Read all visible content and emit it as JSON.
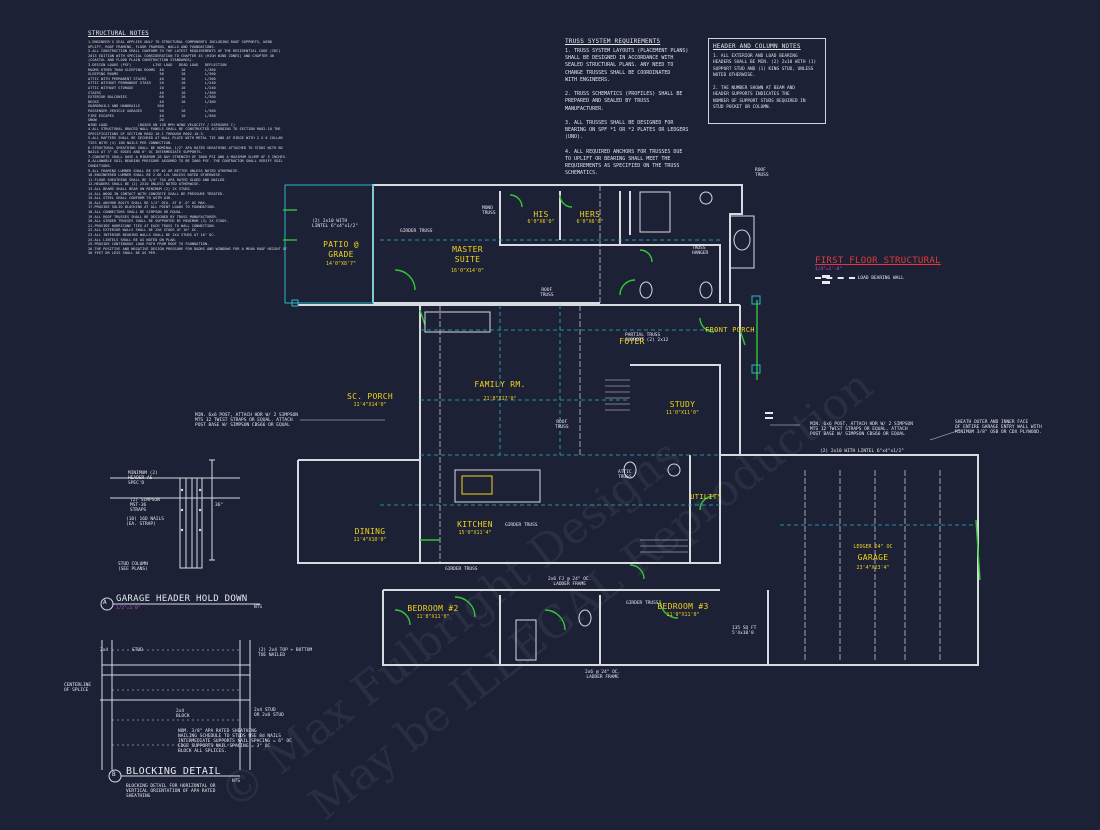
{
  "structural_notes": {
    "title": "STRUCTURAL NOTES",
    "body": "1.ENGINEER'S SEAL APPLIES ONLY TO STRUCTURAL COMPONENTS INCLUDING ROOF SUPPORTS, WIND UPLIFT, ROOF FRAMING, FLOOR FRAMING, WALLS AND FOUNDATIONS.\n2.ALL CONSTRUCTION SHALL CONFORM TO THE LATEST REQUIREMENTS OF THE RESIDENTIAL CODE (IRC) 2015 EDITION WITH SPECIAL CONSIDERATION TO CHAPTER 45 (HIGH WIND ZONES) AND CHAPTER 46 (COASTAL AND FLOOD PLAIN CONSTRUCTION STANDARDS).\n3.DESIGN LOADS (PSF)          LIVE LOAD   DEAD LOAD   DEFLECTION\nROOMS OTHER THAN SLEEPING ROOMS  40        10         L/360\nSLEEPING ROOMS                   30        10         L/360\nATTIC WITH PERMANENT STAIRS      40        10         L/360\nATTIC WITHOUT PERMANENT STAIR    20        10         L/240\nATTIC WITHOUT STORAGE            10        10         L/240\nSTAIRS                           40        10         L/360\nEXTERIOR BALCONIES               60        10         L/360\nDECKS                            40        10         L/360\nGUARDRAILS AND HANDRAILS        200        -          -\nPASSENGER VEHICLE GARAGES        50        10         L/360\nFIRE ESCAPES                     40        10         L/360\nSNOW                             20        -          -\nWIND LOAD              (BASED ON 130 MPH WIND VELOCITY / EXPOSURE C)\n4.ALL STRUCTURAL BRACED WALL PANELS SHALL BE CONSTRUCTED ACCORDING TO SECTION R602.10 THE SPECIFICATIONS OF SECTION R602.10.1 THROUGH R602.10.3.\n5.ALL RAFTERS SHALL BE SECURED AT WALL PLATE WITH METAL TIE AND AT RIDGE WITH 2 X 6 COLLAR TIES WITH (4) 16D NAILS PER CONNECTION.\n6.STRUCTURAL SHEATHING SHALL BE NOMINAL 1/2\" APA RATED SHEATHING ATTACHED TO STUDS WITH 8D NAILS AT 3\" OC EDGES AND 6\" OC INTERMEDIATE SUPPORTS.\n7.CONCRETE SHALL HAVE A MINIMUM 28 DAY STRENGTH OF 3000 PSI AND A MAXIMUM SLUMP OF 5 INCHES.\n8.ALLOWABLE SOIL BEARING PRESSURE ASSUMED TO BE 2000 PSF. THE CONTRACTOR SHALL VERIFY SOIL CONDITIONS.\n9.ALL FRAMING LUMBER SHALL BE SYP #2 OR BETTER UNLESS NOTED OTHERWISE.\n10.ENGINEERED LUMBER SHALL BE 2.0E LVL UNLESS NOTED OTHERWISE.\n11.FLOOR SHEATHING SHALL BE 3/4\" T&G APA RATED GLUED AND NAILED.\n12.HEADERS SHALL BE (2) 2X10 UNLESS NOTED OTHERWISE.\n13.ALL BEAMS SHALL BEAR ON MINIMUM (2) 2X STUDS.\n14.ALL WOOD IN CONTACT WITH CONCRETE SHALL BE PRESSURE TREATED.\n15.ALL STEEL SHALL CONFORM TO ASTM A36.\n16.ALL ANCHOR BOLTS SHALL BE 1/2\" DIA. AT 6'-0\" OC MAX.\n17.PROVIDE SOLID BLOCKING AT ALL POINT LOADS TO FOUNDATION.\n18.ALL CONNECTORS SHALL BE SIMPSON OR EQUAL.\n19.ALL ROOF TRUSSES SHALL BE DESIGNED BY TRUSS MANUFACTURER.\n20.ALL GIRDER TRUSSES SHALL BE SUPPORTED BY MINIMUM (3) 2X STUDS.\n21.PROVIDE HURRICANE TIES AT EACH TRUSS TO WALL CONNECTION.\n22.ALL EXTERIOR WALLS SHALL BE 2X6 STUDS AT 16\" OC.\n23.ALL INTERIOR BEARING WALLS SHALL BE 2X4 STUDS AT 16\" OC.\n24.ALL LINTELS SHALL BE AS NOTED ON PLAN.\n25.PROVIDE CONTINUOUS LOAD PATH FROM ROOF TO FOUNDATION.\n26.THE POSITIVE AND NEGATIVE DESIGN PRESSURE FOR DOORS AND WINDOWS FOR A MEAN ROOF HEIGHT OF 30 FEET OR LESS SHALL BE AS PER."
  },
  "truss_notes": {
    "title": "TRUSS SYSTEM REQUIREMENTS",
    "body": "1. TRUSS SYSTEM LAYOUTS (PLACEMENT PLANS)\nSHALL BE DESIGNED IN ACCORDANCE WITH\nSEALED STRUCTURAL PLANS. ANY NEED TO\nCHANGE TRUSSES SHALL BE COORDINATED\nWITH ENGINEERS.\n\n2. TRUSS SCHEMATICS (PROFILES) SHALL BE\nPREPARED AND SEALED BY TRUSS\nMANUFACTURER.\n\n3. ALL TRUSSES SHALL BE DESIGNED FOR\nBEARING ON SPF *1 OR *2 PLATES OR LEDGERS\n(UNO).\n\n4. ALL REQUIRED ANCHORS FOR TRUSSES DUE\nTO UPLIFT OR BEARING SHALL MEET THE\nREQUIREMENTS AS SPECIFIED ON THE TRUSS\nSCHEMATICS."
  },
  "header_notes": {
    "title": "HEADER AND COLUMN NOTES",
    "body": "1. ALL EXTERIOR AND LOAD BEARING\nHEADERS SHALL BE MIN. (2) 2x10 WITH (1)\nSUPPORT STUD AND (1) KING STUD, UNLESS\nNOTED OTHERWISE.\n\n2. THE NUMBER SHOWN AT BEAM AND\nHEADER SUPPORTS INDICATES THE\nNUMBER OF SUPPORT STUDS REQUIRED IN\nSTUD POCKET OR COLUMN."
  },
  "plan_title": {
    "title": "FIRST FLOOR STRUCTURAL",
    "scale": "1/4\"=1'-0\"",
    "legend": "LOAD BEARING WALL"
  },
  "rooms": {
    "master_suite": "MASTER\nSUITE",
    "master_dim": "16'0\"X14'0\"",
    "his": "HIS",
    "his_dim": "6'0\"X6'0\"",
    "hers": "HERS",
    "hers_dim": "6'0\"X6'0\"",
    "patio": "PATIO @\nGRADE",
    "patio_dim": "14'0\"X8'7\"",
    "sc_porch": "SC. PORCH",
    "sc_porch_dim": "11'4\"X14'0\"",
    "family_rm": "FAMILY RM.",
    "family_dim": "21'8\"X17'0\"",
    "foyer": "FOYER",
    "study": "STUDY",
    "study_dim": "11'0\"X11'0\"",
    "front_porch": "FRONT PORCH",
    "dining": "DINING",
    "dining_dim": "11'4\"X10'0\"",
    "kitchen": "KITCHEN",
    "kitchen_dim": "15'0\"X11'4\"",
    "utility": "UTILITY",
    "bedroom2": "BEDROOM #2",
    "bedroom2_dim": "11'8\"X11'0\"",
    "bedroom3": "BEDROOM #3",
    "bedroom3_dim": "11'0\"X11'0\"",
    "garage": "GARAGE",
    "garage_dim": "23'4\"X23'4\"",
    "garage_note": "LEDGER 24\" OC"
  },
  "plan_notes": {
    "roof_truss": "ROOF\nTRUSS",
    "girder_truss": "GIRDER TRUSS",
    "mono_truss": "MONO\nTRUSS",
    "truss_hanger": "TRUSS\nHANGER",
    "partial_truss": "PARTIAL TRUSS\nSUPPORT (2) 2x12",
    "attic_truss": "ATTIC\nTRUSS",
    "lintel_patio": "(2) 2x10 WITH\nLINTEL 6\"x4\"x1/2\"",
    "post_left": "MIN. 6x6 POST, ATTACH HDR W/ 2 SIMPSON\nMTS 12 TWIST STRAPS OR EQUAL. ATTACH\nPOST BASE W/ SIMPSON CBS66 OR EQUAL",
    "post_right": "MIN. 6x6 POST, ATTACH HDR W/ 2 SIMPSON\nMTS 12 TWIST STRAPS OR EQUAL. ATTACH\nPOST BASE W/ SIMPSON CBS66 OR EQUAL",
    "sheath": "SHEATH OUTER AND INNER FACE\nOF ENTIRE GARAGE ENTRY WALL WITH\nMINIMUM 3/8\" OSB OR CDX PLYWOOD.",
    "garage_lintel": "(2) 2x10 WITH LINTEL 6\"x4\"x1/2\"",
    "ladder1": "2x6 FJ @ 24\" OC.\nLADDER FRAME",
    "ladder2": "2x6 @ 24\" OC.\nLADDER FRAME",
    "sq_ft": "135 SQ FT\n5'4x10'0"
  },
  "garage_detail": {
    "title": "GARAGE HEADER HOLD DOWN",
    "number": "A",
    "scale": "1/2\"=1'0\"",
    "nts": "NTS",
    "note1": "MINIMUM (2)\nHEADER AS\nSPEC'D",
    "note2": "(2) SIMPSON\nMST-36\nSTRAPS",
    "note3": "(10) 16D NAILS\n(EA. STRAP)",
    "note4": "STUD COLUMN\n(SEE PLANS)",
    "dim": "36\""
  },
  "blocking_detail": {
    "title": "BLOCKING DETAIL",
    "number": "B",
    "nts": "NTS",
    "subtitle": "BLOCKING DETAIL FOR HORIZONTAL OR\nVERTICAL ORIENTATION OF APA RATED\nSHEATHING",
    "note1": "(2) 2x4 TOP + BOTTOM\nTOE NAILED",
    "note2": "2x4 STUD\nOR 2x6 STUD",
    "note3": "NOM. 3/8\" APA RATED SHEATHING\nNAILING SCHEDULE TO STUDS USE 8d NAILS\nINTERMEDIATE SUPPORTS NAIL SPACING = 6\" OC\nEDGE SUPPORTS NAIL SPACING = 3\" OC\nBLOCK ALL SPLICES.",
    "stud": "STUD",
    "block": "2x4\nBLOCK",
    "centerline": "CENTERLINE\nOF SPLICE",
    "stud2": "2x4"
  },
  "watermark": {
    "line1": "© Max Fulbright Designs",
    "line2": "May be ILLEGAL Reproduction"
  },
  "colors": {
    "background": "#1c2136",
    "walls": "#d8dae0",
    "accent_green": "#34c637",
    "accent_yellow": "#f2d21b",
    "accent_red": "#e23a3a",
    "accent_cyan": "#29b7c9",
    "accent_magenta": "#c94ad8"
  }
}
